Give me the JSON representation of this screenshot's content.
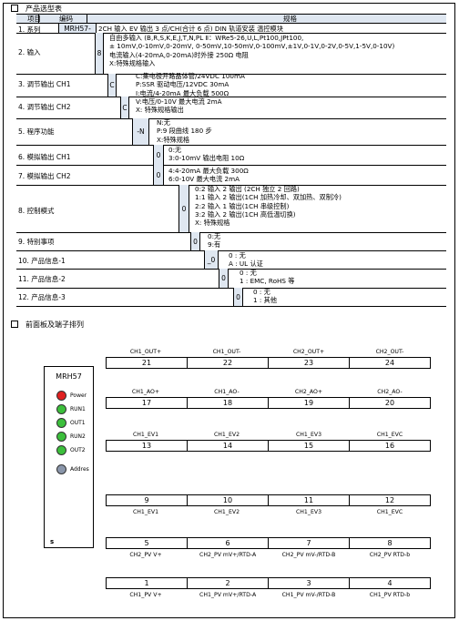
{
  "section1_title": "产品选型表",
  "header": {
    "item": "项目",
    "code": "编码",
    "spec": "规格"
  },
  "rows": [
    {
      "label": "1. 系列",
      "code": "MRH57-",
      "opts": [
        "2CH 输入   EV 输出 3 点/CH(合计 6 点)   DIN 轨道安装  温控模块"
      ]
    },
    {
      "label": "2. 输入",
      "code": "8",
      "opts": [
        "自由多输入  (B,R,S,K,E,J,T,N,PL Ⅱ：WRe5-26,U,L,Pt100,JPt100,",
        "± 10mV,0-10mV,0-20mV,  0-50mV,10-50mV,0-100mV,±1V,0-1V,0-2V,0-5V,1-5V,0-10V)",
        "电流输入(4-20mA,0-20mA)时外接 250Ω 电阻",
        "X:特殊规格输入"
      ]
    },
    {
      "label": "3. 调节输出 CH1",
      "code": "C",
      "opts": [
        "C:集电极开路晶体管/24VDC   100mA",
        "P:SSR 驱动电压/12VDC   30mA",
        "I:电流/4-20mA   最大负载   500Ω"
      ]
    },
    {
      "label": "4. 调节输出 CH2",
      "code": "C",
      "opts": [
        "V:电压/0-10V   最大电流   2mA",
        "X: 特殊规格输出"
      ]
    },
    {
      "label": "5. 程序功能",
      "code": "-N",
      "opts": [
        "N:无",
        "P:9 段曲线 180 步",
        "X:特殊规格"
      ]
    },
    {
      "label": "6. 模拟输出 CH1",
      "code": "0",
      "opts": [
        "0:无",
        "3:0-10mV   输出电阻 10Ω"
      ]
    },
    {
      "label": "7. 模拟输出 CH2",
      "code": "0",
      "opts": [
        "4:4-20mA   最大负载 300Ω",
        "6:0-10V    最大电流 2mA"
      ]
    },
    {
      "label": "8. 控制模式",
      "code": "0",
      "opts": [
        "0:2 输入 2 输出  (2CH  独立 2 回路)",
        "1:1 输入 2 输出(1CH   加热冷却、双加热、双制冷)",
        "2:2 输入 1 输出(1CH   串级控制)",
        "3:2 输入 2 输出(1CH   高低温切换)",
        "X: 特殊规格"
      ]
    },
    {
      "label": "9. 特别事项",
      "code": "0",
      "opts": [
        "0:无",
        "9:有"
      ]
    },
    {
      "label": "10. 产品信息-1",
      "code": "_0",
      "opts": [
        "0 : 无",
        "A : UL 认证"
      ]
    },
    {
      "label": "11. 产品信息-2",
      "code": "0",
      "opts": [
        "0 : 无",
        "1 : EMC, RoHS 等"
      ]
    },
    {
      "label": "12. 产品信息-3",
      "code": "0",
      "opts": [
        "0 : 无",
        "1 : 其他"
      ]
    }
  ],
  "section2_title": "前面板及端子排列",
  "device": {
    "name": "MRH57",
    "leds": [
      {
        "label": "Power",
        "color": "#e02020"
      },
      {
        "label": "RUN1",
        "color": "#3cbf3c"
      },
      {
        "label": "OUT1",
        "color": "#3cbf3c"
      },
      {
        "label": "RUN2",
        "color": "#3cbf3c"
      },
      {
        "label": "OUT2",
        "color": "#3cbf3c"
      },
      {
        "label": "Addres",
        "color": "#8a96aa"
      }
    ],
    "corner_mark": "s"
  },
  "terminal_blocks": [
    {
      "labels_above": [
        "CH1_OUT+",
        "CH1_OUT-",
        "CH2_OUT+",
        "CH2_OUT-"
      ],
      "numbers": [
        "21",
        "22",
        "23",
        "24"
      ],
      "labels_below": []
    },
    {
      "labels_above": [
        "CH1_AO+",
        "CH1_AO-",
        "CH2_AO+",
        "CH2_AO-"
      ],
      "numbers": [
        "17",
        "18",
        "19",
        "20"
      ],
      "labels_below": []
    },
    {
      "labels_above": [
        "CH1_EV1",
        "CH1_EV2",
        "CH1_EV3",
        "CH1_EVC"
      ],
      "numbers": [
        "13",
        "14",
        "15",
        "16"
      ],
      "labels_below": []
    },
    {
      "labels_above": [],
      "numbers": [
        "9",
        "10",
        "11",
        "12"
      ],
      "labels_below": [
        "CH1_EV1",
        "CH1_EV2",
        "CH1_EV3",
        "CH1_EVC"
      ]
    },
    {
      "labels_above": [],
      "numbers": [
        "5",
        "6",
        "7",
        "8"
      ],
      "labels_below": [
        "CH2_PV   V+",
        "CH2_PV   mV+/RTD-A",
        "CH2_PV   mV-/RTD-B",
        "CH2_PV   RTD-b"
      ]
    },
    {
      "labels_above": [],
      "numbers": [
        "1",
        "2",
        "3",
        "4"
      ],
      "labels_below": [
        "CH1_PV   V+",
        "CH1_PV   mV+/RTD-A",
        "CH1_PV   mV-/RTD-B",
        "CH1_PV   RTD-b"
      ]
    }
  ],
  "colors": {
    "code_box": "#dfe7f1",
    "header_bg": "#dfe7f1"
  }
}
